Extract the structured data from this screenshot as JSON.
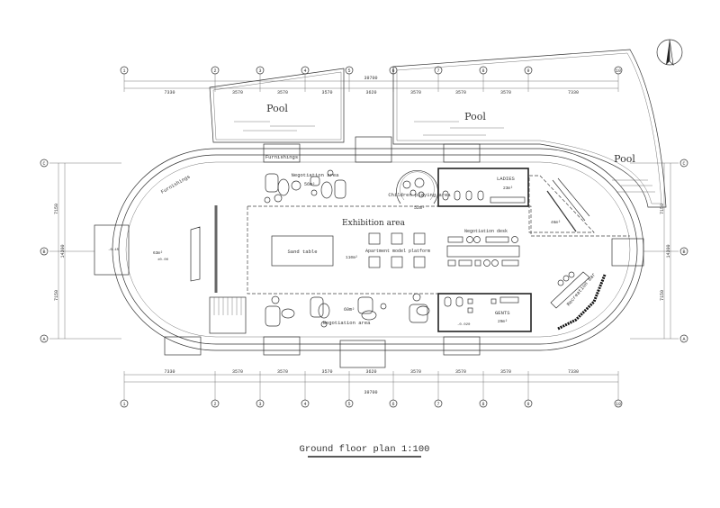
{
  "title": "Ground floor plan 1:100",
  "grid_axes_x": [
    "1",
    "2",
    "3",
    "4",
    "5",
    "6",
    "7",
    "8",
    "9",
    "10"
  ],
  "grid_axes_y": [
    "C",
    "B",
    "A"
  ],
  "dims_x": [
    "7330",
    "3570",
    "3570",
    "3570",
    "3620",
    "3570",
    "3570",
    "3570",
    "7330"
  ],
  "dim_total_x": "39700",
  "dims_y": [
    "7150",
    "7150"
  ],
  "dim_total_y": "14300",
  "rooms": {
    "exhibition": "Exhibition area",
    "sand_table": "Sand table",
    "model_platform": "Apartment model platform",
    "negotiation_desk": "Negotiation desk",
    "negotiation_top": "Negotiation area",
    "negotiation_bottom": "Negotiation area",
    "children": "Children playing area",
    "ladies": "LADIES",
    "gents": "GENTS",
    "furnishings_top": "Furnishings",
    "furnishings_left": "Furnishings",
    "recreation_bar": "Recreation bar",
    "pool_left": "Pool",
    "pool_middle": "Pool",
    "pool_right": "Pool"
  },
  "areas": {
    "negotiation_top": "56m²",
    "negotiation_bottom": "60m²",
    "children": "52m²",
    "exhibition": "110m²",
    "lobby": "63m²",
    "stair": "46m²",
    "ladies": "23m²",
    "gents": "29m²"
  },
  "elevations": {
    "floor": "±0.00",
    "toilet": "-0.020",
    "outside": "-0.45"
  }
}
